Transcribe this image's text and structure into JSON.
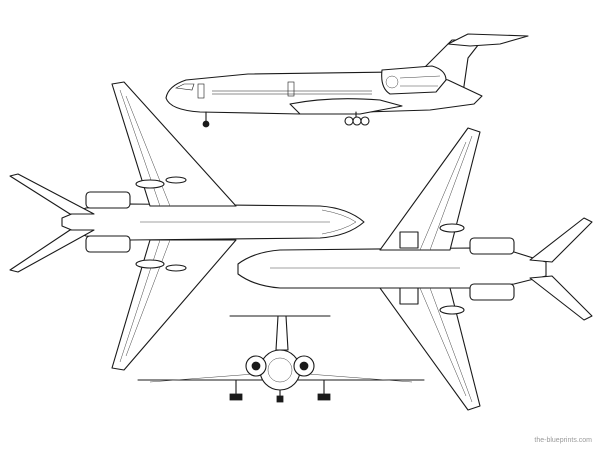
{
  "colors": {
    "background": "#ffffff",
    "line": "#1a1a1a",
    "watermark": "#9a9a9a"
  },
  "views": [
    "side-view",
    "top-view",
    "bottom-view",
    "front-view"
  ],
  "watermark": "the-blueprints.com"
}
